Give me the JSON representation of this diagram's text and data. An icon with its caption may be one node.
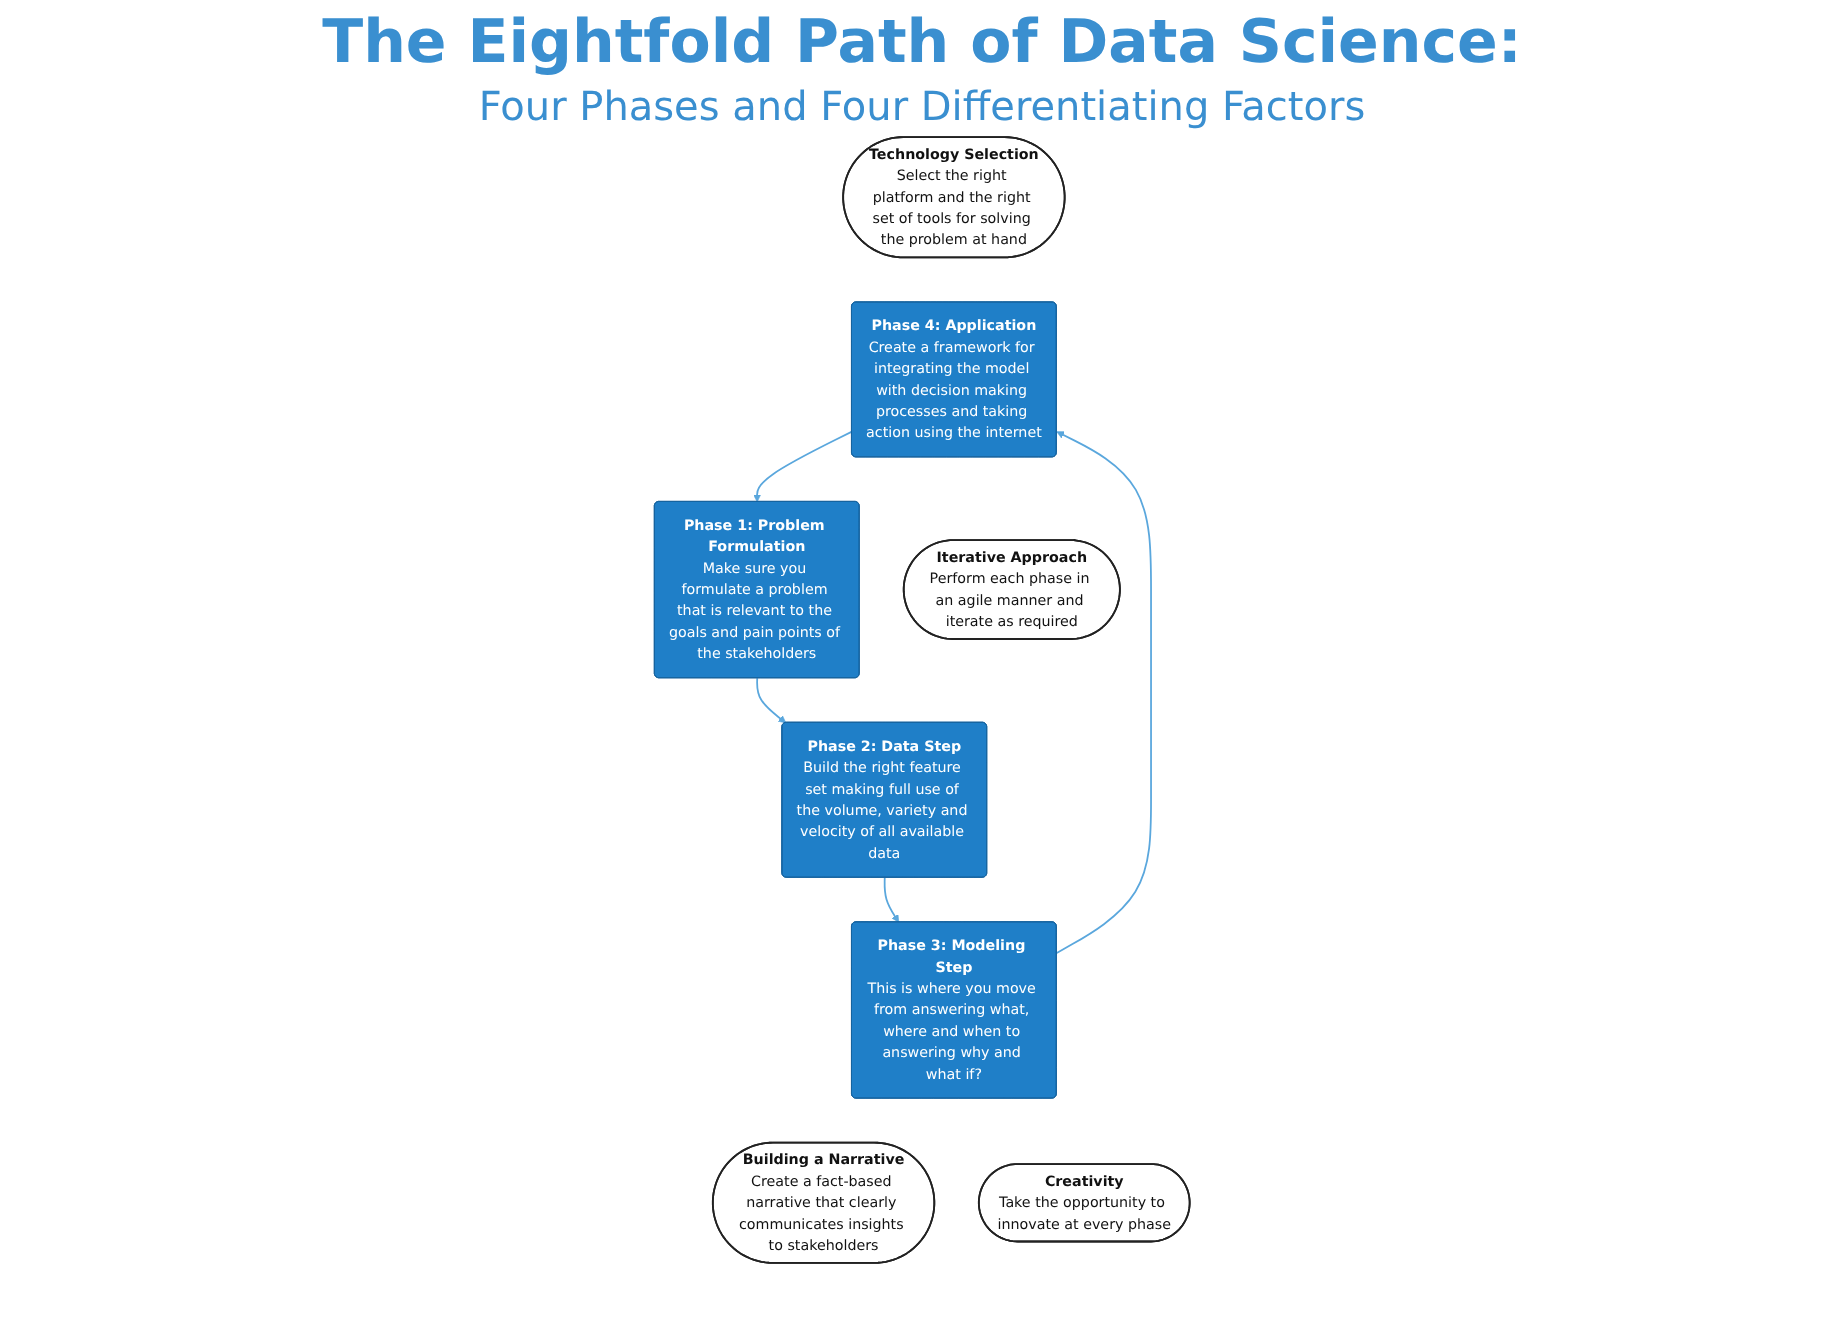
{
  "diagram": {
    "title": "The Eightfold Path of Data Science:",
    "nodes": [
      {
        "text": [
          "Technology Selection",
          "Select the right platform and the right set of tools for solving the problem at hand"
        ]
      },
      {
        "text": [
          "Phase 1: Problem Formulation",
          "Make sure you formulate a problem that is relevant to the goals and pain points of the stakeholders"
        ]
      },
      {
        "text": [
          "Iterative Approach",
          "Perform each phase in an agile manner and iterate as required"
        ]
      },
      {
        "text": [
          "Phase 4: Application",
          "Create a framework for integrating the model with decision making processes and taking action using the internet"
        ]
      },
      {
        "text": [
          "Phase 2: Data Step",
          "Build the right feature set making full use of the volume, variety and velocity of all available data"
        ]
      },
      {
        "text": [
          "Phase 3: Modeling Step",
          "This is where you move from answering what, where and when to answering why and what if?"
        ]
      },
      {
        "text": [
          "Building a Narrative",
          "Create a fact-based narrative that clearly communicates insights to stakeholders"
        ]
      },
      {
        "text": [
          "Creativity",
          "Take the opportunity to innovate at every phase"
        ]
      }
    ],
    "edges": [
      {
        "from": 1,
        "to": 4,
        "arrow": "to"
      },
      {
        "from": 4,
        "to": 5,
        "arrow": "to"
      },
      {
        "from": 5,
        "to": 3,
        "arrow": "to"
      },
      {
        "from": 3,
        "to": 1,
        "arrow": "to"
      }
    ],
    "labels": [
      "Four Phases and Four Differentiating Factors"
    ]
  }
}
